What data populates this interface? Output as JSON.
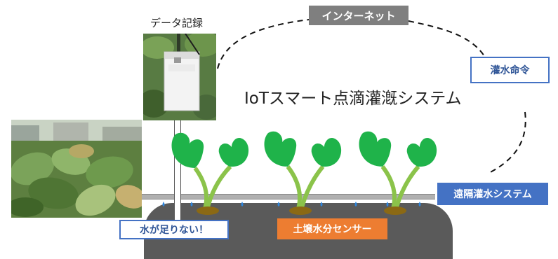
{
  "labels": {
    "internet": "インターネット",
    "data_logging": "データ記録",
    "title": "IoTスマート点滴灌漑システム",
    "irrigation_command": "灌水命令",
    "remote_irrigation_system": "遠隔灌水システム",
    "water_shortage": "水が足りない！",
    "soil_moisture_sensor": "土壌水分センサー"
  },
  "colors": {
    "blue_accent": "#4472c4",
    "blue_text": "#2f5597",
    "orange_accent": "#ed7d31",
    "gray_badge": "#7f7f7f",
    "leaf_green": "#1fb34a",
    "stem_green": "#8bc34a",
    "soil_dark": "#5a5a5a",
    "sensor_brown": "#8b6914",
    "drip_blue": "#2e86de"
  },
  "icons": [
    "data-logger-photo",
    "taro-field-photo",
    "plant-icon",
    "water-drop-icon",
    "sensor-icon"
  ]
}
